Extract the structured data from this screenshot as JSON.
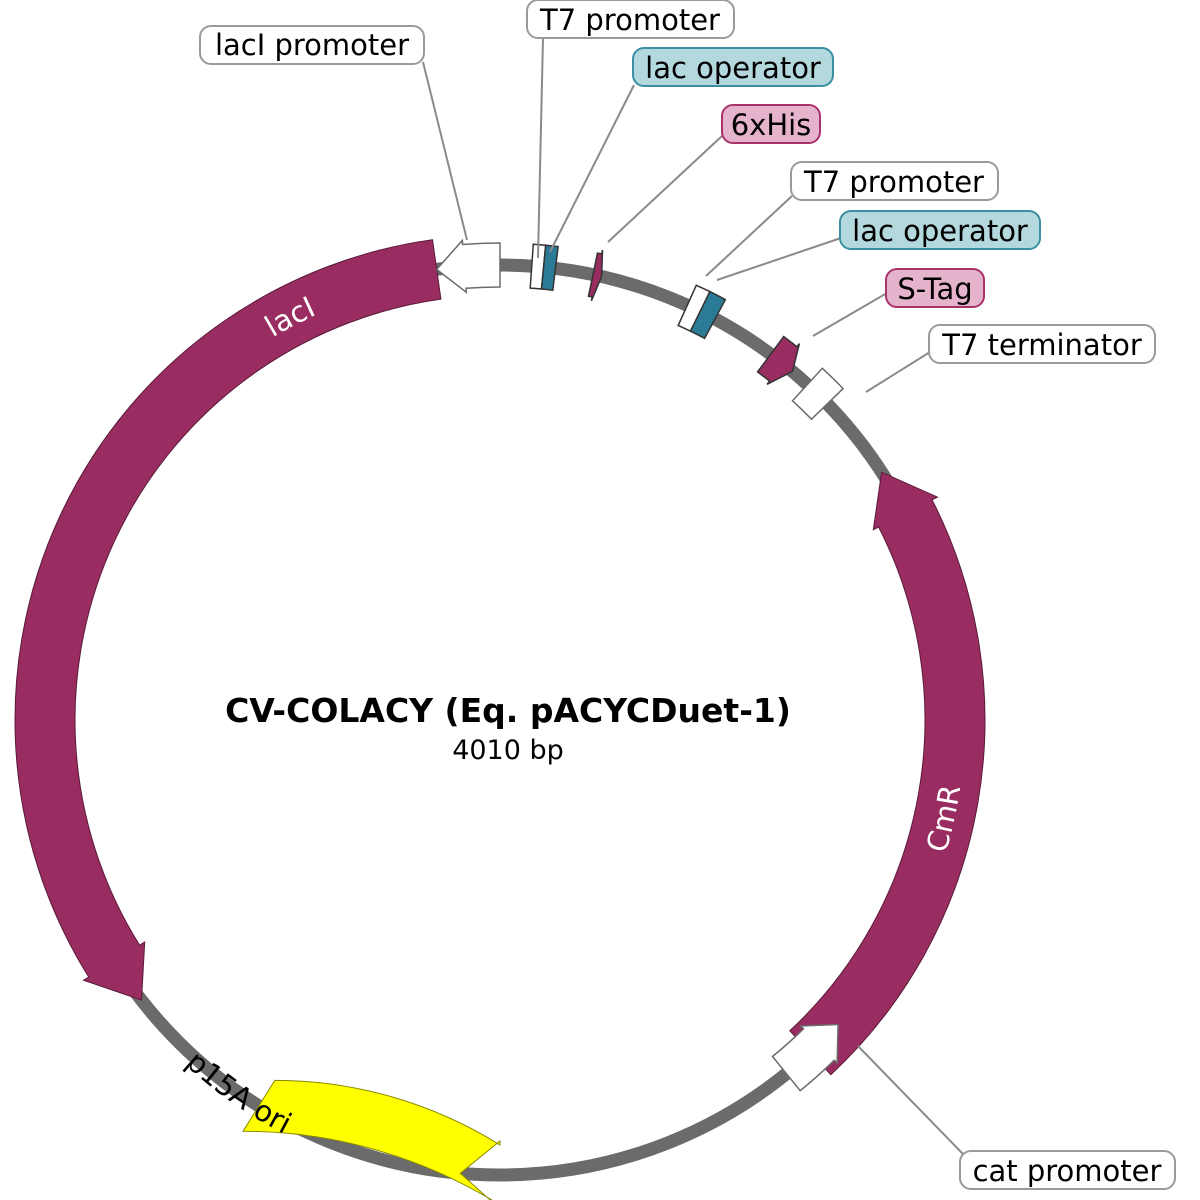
{
  "plasmid": {
    "name": "CV-COLACY (Eq. pACYCDuet-1)",
    "size": "4010 bp"
  },
  "colors": {
    "backbone": "#6b6b6b",
    "gene": "#992d62",
    "ori": "#ffff00",
    "operator": "#2b7b96",
    "regulatory": "#ffffff",
    "label_operator_bg": "#b3d8de",
    "label_operator_border": "#3a8fa3",
    "label_tag_bg": "#e6b3cc",
    "label_tag_border": "#a8326a",
    "label_plain_border": "#9a9a9a"
  },
  "features": [
    {
      "id": "laci",
      "label": "lacI",
      "type": "gene",
      "color": "#992d62"
    },
    {
      "id": "cmr",
      "label": "CmR",
      "type": "gene",
      "color": "#992d62"
    },
    {
      "id": "p15a",
      "label": "p15A ori",
      "type": "origin",
      "color": "#ffff00"
    }
  ],
  "callouts": [
    {
      "id": "laci-promoter",
      "text": "lacI promoter",
      "style": "plain"
    },
    {
      "id": "t7-promoter-1",
      "text": "T7 promoter",
      "style": "plain"
    },
    {
      "id": "lac-operator-1",
      "text": "lac operator",
      "style": "operator"
    },
    {
      "id": "6xhis",
      "text": "6xHis",
      "style": "tag"
    },
    {
      "id": "t7-promoter-2",
      "text": "T7 promoter",
      "style": "plain"
    },
    {
      "id": "lac-operator-2",
      "text": "lac operator",
      "style": "operator"
    },
    {
      "id": "s-tag",
      "text": "S-Tag",
      "style": "tag"
    },
    {
      "id": "t7-terminator",
      "text": "T7 terminator",
      "style": "plain"
    },
    {
      "id": "cat-promoter",
      "text": "cat promoter",
      "style": "plain"
    }
  ]
}
